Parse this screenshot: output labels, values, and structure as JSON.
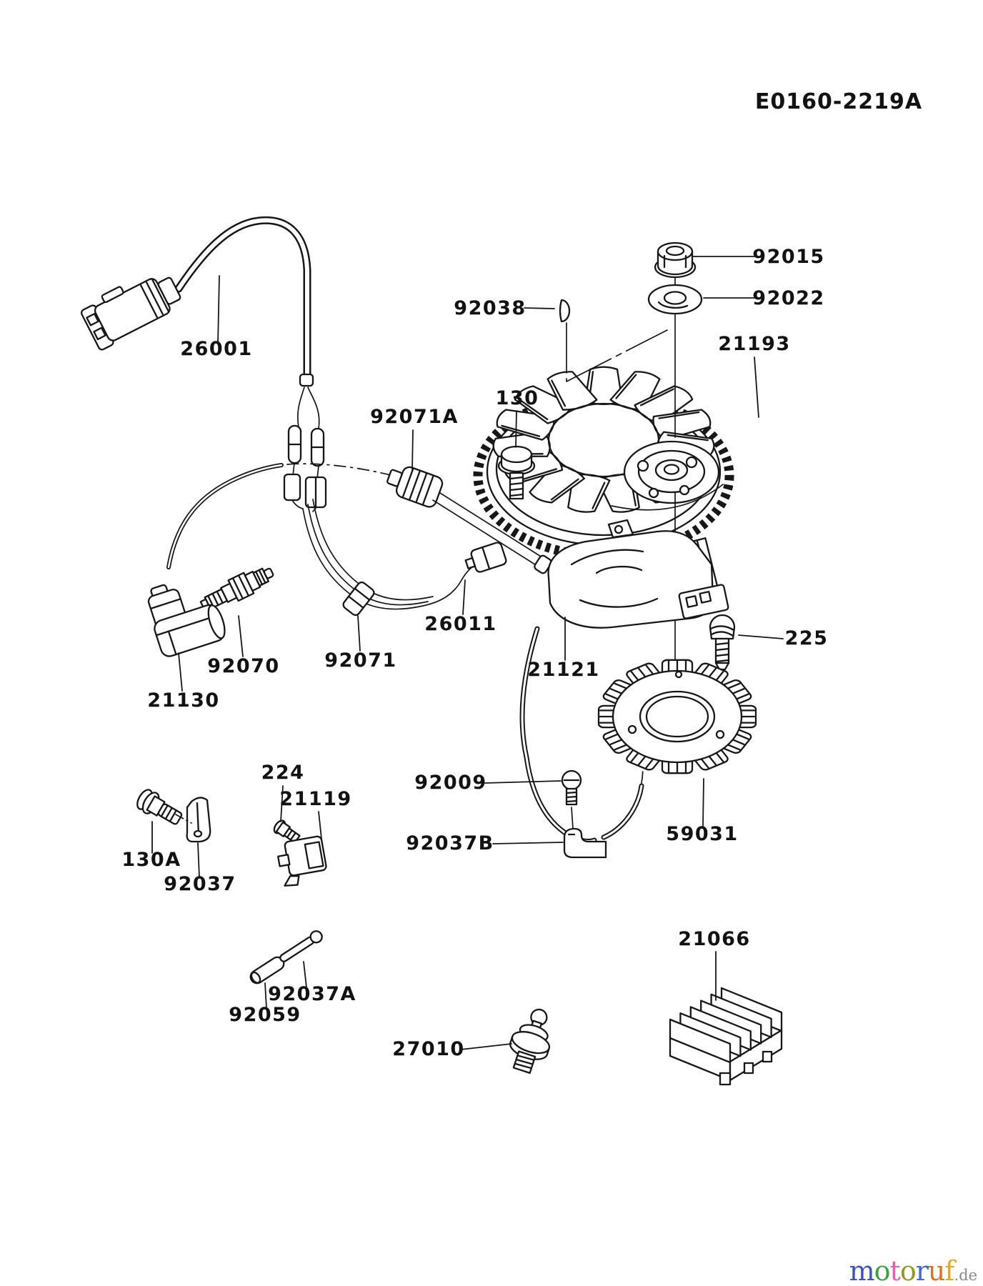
{
  "page": {
    "drawing_code": "E0160-2219A"
  },
  "diagram_type": "engine-electric-equipment-parts-diagram",
  "colors": {
    "line": "#171717",
    "paper": "#ffffff"
  },
  "parts": [
    {
      "number": "26001"
    },
    {
      "number": "92038"
    },
    {
      "number": "92015"
    },
    {
      "number": "92022"
    },
    {
      "number": "21193"
    },
    {
      "number": "92071A"
    },
    {
      "number": "130"
    },
    {
      "number": "26011"
    },
    {
      "number": "21121"
    },
    {
      "number": "225"
    },
    {
      "number": "92070"
    },
    {
      "number": "21130"
    },
    {
      "number": "92071"
    },
    {
      "number": "92009"
    },
    {
      "number": "92037B"
    },
    {
      "number": "59031"
    },
    {
      "number": "224"
    },
    {
      "number": "21119"
    },
    {
      "number": "130A"
    },
    {
      "number": "92037"
    },
    {
      "number": "92059"
    },
    {
      "number": "92037A"
    },
    {
      "number": "27010"
    },
    {
      "number": "21066"
    }
  ],
  "watermark": {
    "letters": [
      {
        "ch": "m",
        "color": "#3b55bd"
      },
      {
        "ch": "o",
        "color": "#3aa23e"
      },
      {
        "ch": "t",
        "color": "#e263ab"
      },
      {
        "ch": "o",
        "color": "#93991d"
      },
      {
        "ch": "r",
        "color": "#4767cb"
      },
      {
        "ch": "u",
        "color": "#dd7420"
      },
      {
        "ch": "f",
        "color": "#eea714"
      }
    ],
    "suffix": {
      "text": ".de",
      "color": "#8a8a8a"
    }
  }
}
